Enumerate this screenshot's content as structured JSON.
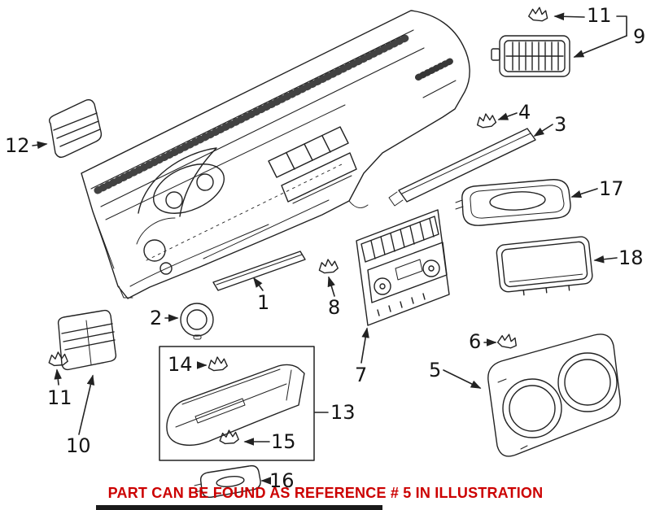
{
  "callouts": {
    "c1": {
      "label": "1"
    },
    "c2": {
      "label": "2"
    },
    "c3": {
      "label": "3"
    },
    "c4": {
      "label": "4"
    },
    "c5": {
      "label": "5"
    },
    "c6": {
      "label": "6"
    },
    "c7": {
      "label": "7"
    },
    "c8": {
      "label": "8"
    },
    "c9": {
      "label": "9"
    },
    "c10": {
      "label": "10"
    },
    "c11_top": {
      "label": "11"
    },
    "c11_left": {
      "label": "11"
    },
    "c12": {
      "label": "12"
    },
    "c13": {
      "label": "13"
    },
    "c14": {
      "label": "14"
    },
    "c15": {
      "label": "15"
    },
    "c16": {
      "label": "16"
    },
    "c17": {
      "label": "17"
    },
    "c18": {
      "label": "18"
    }
  },
  "caption": {
    "text": "PART CAN BE FOUND AS REFERENCE # 5 IN ILLUSTRATION"
  },
  "colors": {
    "line": "#222222",
    "caption": "#cc0000",
    "background": "#ffffff"
  }
}
